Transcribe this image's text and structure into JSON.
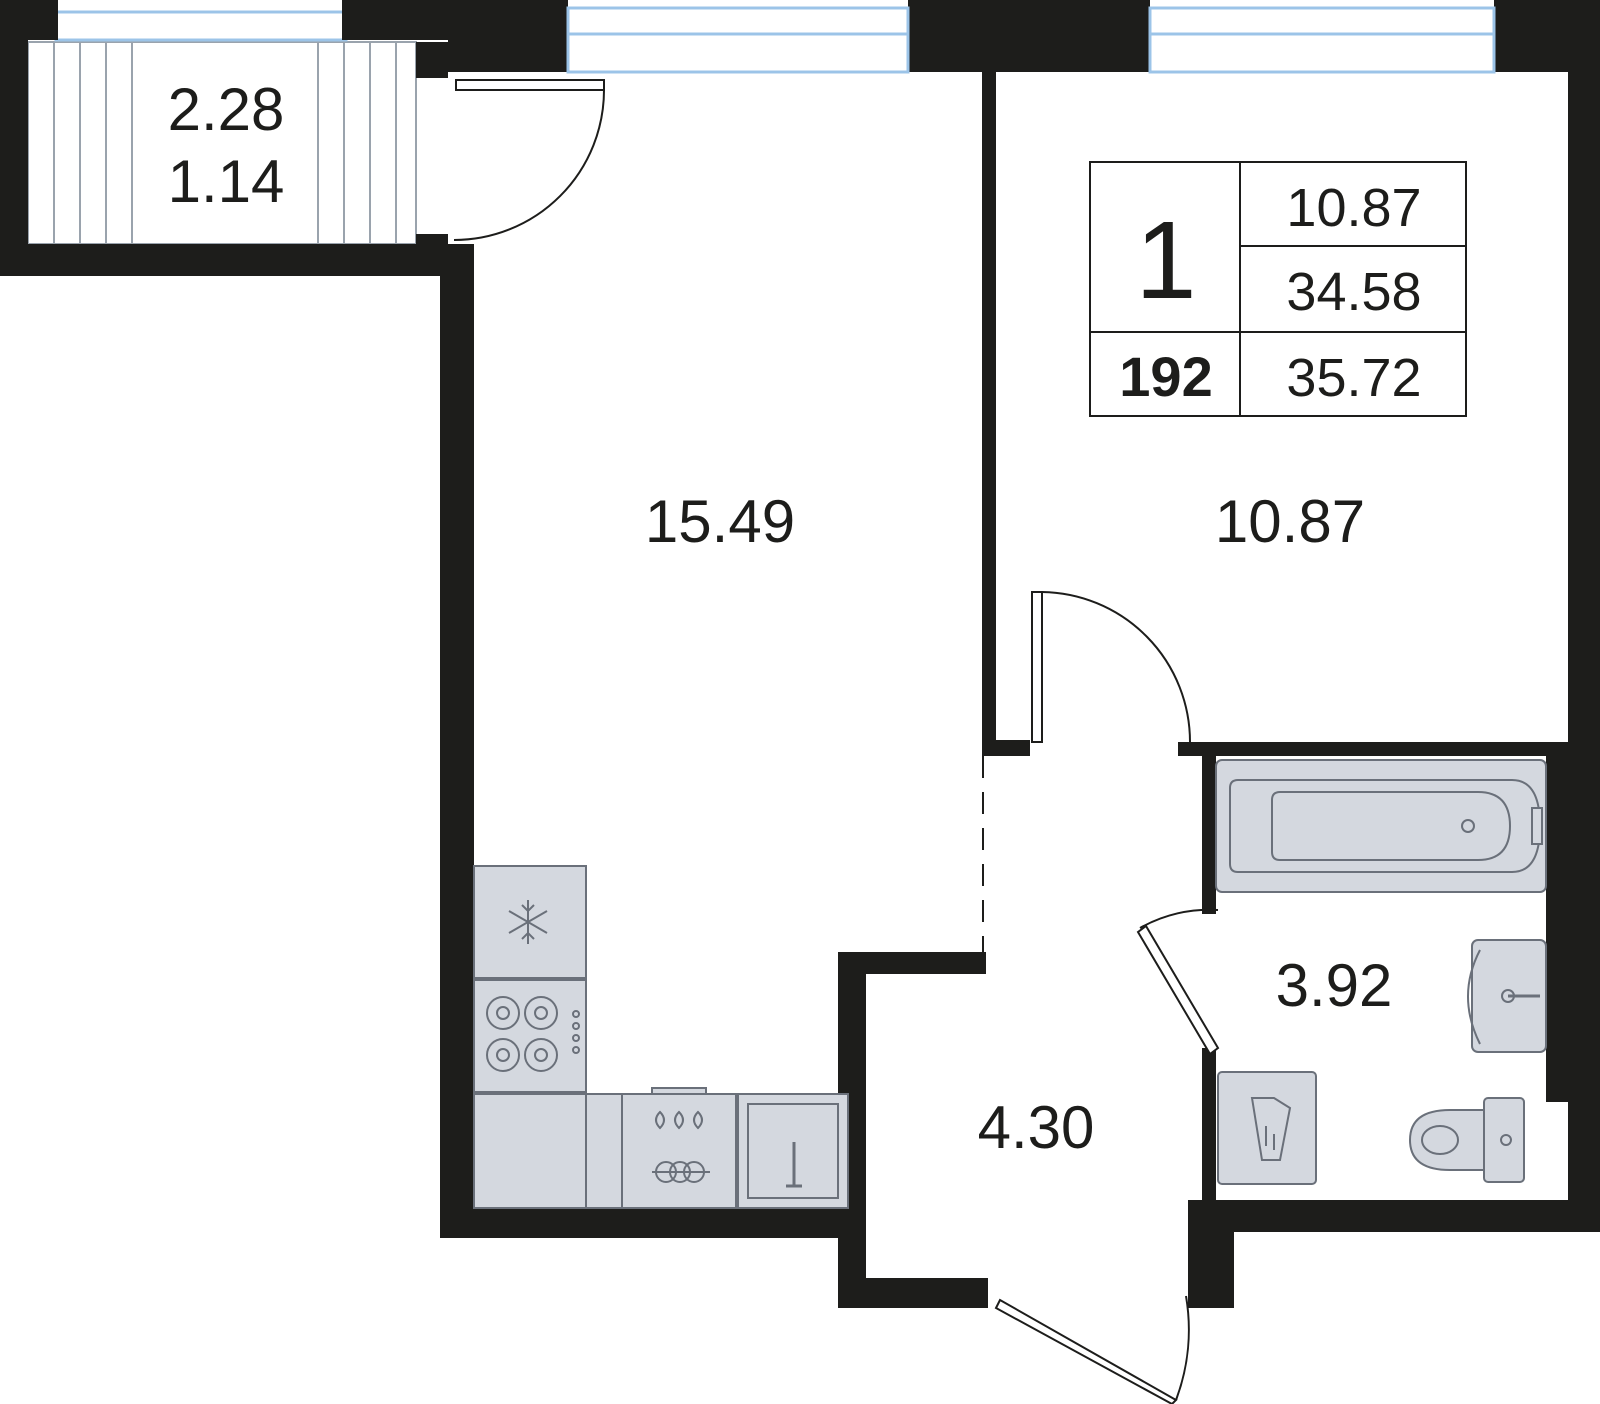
{
  "plan": {
    "balcony": {
      "area": "2.28",
      "area_reduced": "1.14"
    },
    "rooms": {
      "kitchen_living": "15.49",
      "bedroom": "10.87",
      "bathroom": "3.92",
      "hall": "4.30"
    },
    "info_table": {
      "rooms_count": "1",
      "living_area": "10.87",
      "total_area": "34.58",
      "apartment_number": "192",
      "total_area_with_balcony": "35.72"
    }
  },
  "colors": {
    "wall": "#1d1d1b",
    "fixture_fill": "#d4d8df",
    "fixture_stroke": "#6a707a",
    "window": "#9cc4e8"
  }
}
